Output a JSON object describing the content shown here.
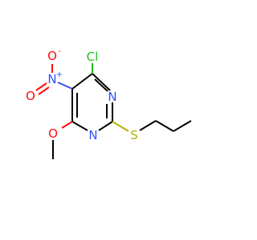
{
  "molecule": {
    "atoms": {
      "n1": "N",
      "n3": "N",
      "cl": "Cl",
      "n_nitro": "N",
      "n_nitro_charge": "+",
      "o_minus": "O",
      "o_minus_charge": "-",
      "o_double": "O",
      "o_methoxy": "O",
      "s": "S"
    },
    "colors": {
      "carbon": "#000000",
      "nitrogen": "#3050f8",
      "oxygen": "#ff0d0d",
      "chlorine": "#1fbf1f",
      "sulfur": "#b2b200"
    }
  }
}
